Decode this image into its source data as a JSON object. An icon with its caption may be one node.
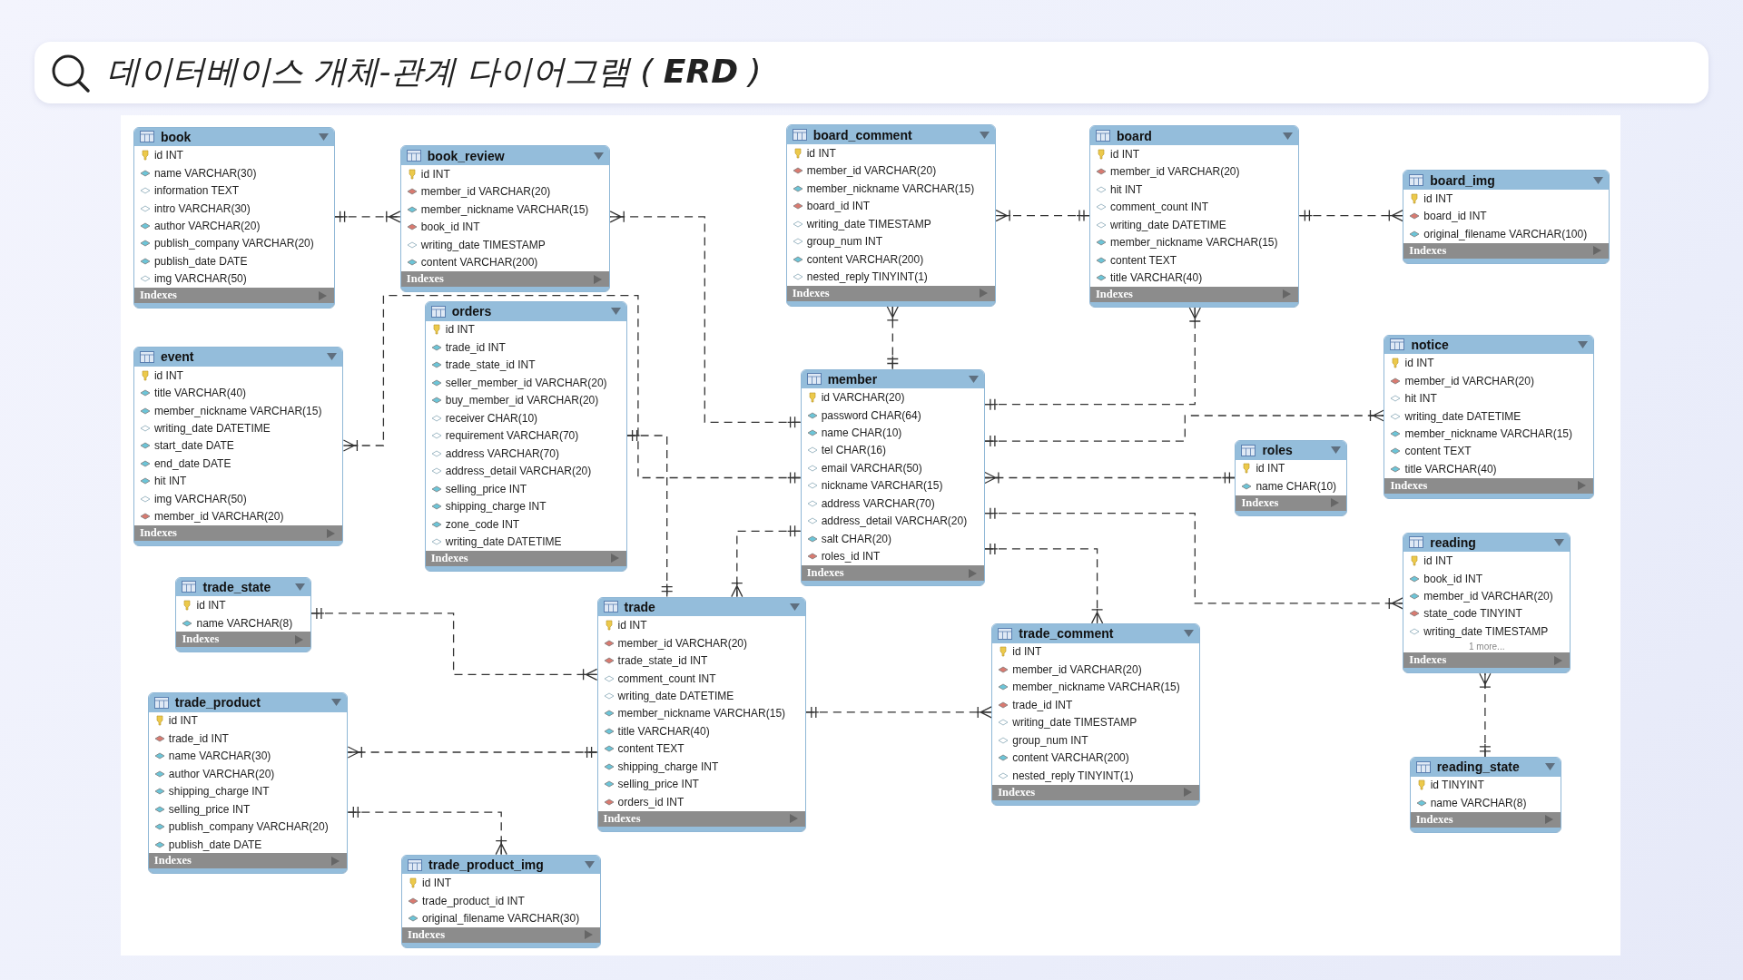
{
  "diagram": {
    "title": "데이터베이스 개체-관계 다이어그램 ( **ERD** )",
    "nodes": [
      {
        "text": [
          "book",
          "id INT",
          "name VARCHAR(30)",
          "information TEXT",
          "intro VARCHAR(30)",
          "author VARCHAR(20)",
          "publish_company VARCHAR(20)",
          "publish_date DATE",
          "img VARCHAR(50)",
          "Indexes"
        ]
      },
      {
        "text": [
          "book_review",
          "id INT",
          "member_id VARCHAR(20)",
          "member_nickname VARCHAR(15)",
          "book_id INT",
          "writing_date TIMESTAMP",
          "content VARCHAR(200)",
          "Indexes"
        ]
      },
      {
        "text": [
          "board_comment",
          "id INT",
          "member_id VARCHAR(20)",
          "member_nickname VARCHAR(15)",
          "board_id INT",
          "writing_date TIMESTAMP",
          "group_num INT",
          "content VARCHAR(200)",
          "nested_reply TINYINT(1)",
          "Indexes"
        ]
      },
      {
        "text": [
          "board",
          "id INT",
          "member_id VARCHAR(20)",
          "hit INT",
          "comment_count INT",
          "writing_date DATETIME",
          "member_nickname VARCHAR(15)",
          "content TEXT",
          "title VARCHAR(40)",
          "Indexes"
        ]
      },
      {
        "text": [
          "board_img",
          "id INT",
          "board_id INT",
          "original_filename VARCHAR(100)",
          "Indexes"
        ]
      },
      {
        "text": [
          "orders",
          "id INT",
          "trade_id INT",
          "trade_state_id INT",
          "seller_member_id VARCHAR(20)",
          "buy_member_id VARCHAR(20)",
          "receiver CHAR(10)",
          "requirement VARCHAR(70)",
          "address VARCHAR(70)",
          "address_detail VARCHAR(20)",
          "selling_price INT",
          "shipping_charge INT",
          "zone_code INT",
          "writing_date DATETIME",
          "Indexes"
        ]
      },
      {
        "text": [
          "event",
          "id INT",
          "title VARCHAR(40)",
          "member_nickname VARCHAR(15)",
          "writing_date DATETIME",
          "start_date DATE",
          "end_date DATE",
          "hit INT",
          "img VARCHAR(50)",
          "member_id VARCHAR(20)",
          "Indexes"
        ]
      },
      {
        "text": [
          "member",
          "id VARCHAR(20)",
          "password CHAR(64)",
          "name CHAR(10)",
          "tel CHAR(16)",
          "email VARCHAR(50)",
          "nickname VARCHAR(15)",
          "address VARCHAR(70)",
          "address_detail VARCHAR(20)",
          "salt CHAR(20)",
          "roles_id INT",
          "Indexes"
        ]
      },
      {
        "text": [
          "notice",
          "id INT",
          "member_id VARCHAR(20)",
          "hit INT",
          "writing_date DATETIME",
          "member_nickname VARCHAR(15)",
          "content TEXT",
          "title VARCHAR(40)",
          "Indexes"
        ]
      },
      {
        "text": [
          "roles",
          "id INT",
          "name CHAR(10)",
          "Indexes"
        ]
      },
      {
        "text": [
          "reading",
          "id INT",
          "book_id INT",
          "member_id VARCHAR(20)",
          "state_code TINYINT",
          "writing_date TIMESTAMP",
          "1 more...",
          "Indexes"
        ]
      },
      {
        "text": [
          "trade_state",
          "id INT",
          "name VARCHAR(8)",
          "Indexes"
        ]
      },
      {
        "text": [
          "trade",
          "id INT",
          "member_id VARCHAR(20)",
          "trade_state_id INT",
          "comment_count INT",
          "writing_date DATETIME",
          "member_nickname VARCHAR(15)",
          "title VARCHAR(40)",
          "content TEXT",
          "shipping_charge INT",
          "selling_price INT",
          "orders_id INT",
          "Indexes"
        ]
      },
      {
        "text": [
          "trade_comment",
          "id INT",
          "member_id VARCHAR(20)",
          "member_nickname VARCHAR(15)",
          "trade_id INT",
          "writing_date TIMESTAMP",
          "group_num INT",
          "content VARCHAR(200)",
          "nested_reply TINYINT(1)",
          "Indexes"
        ]
      },
      {
        "text": [
          "trade_product",
          "id INT",
          "trade_id INT",
          "name VARCHAR(30)",
          "author VARCHAR(20)",
          "shipping_charge INT",
          "selling_price INT",
          "publish_company VARCHAR(20)",
          "publish_date DATE",
          "Indexes"
        ]
      },
      {
        "text": [
          "reading_state",
          "id TINYINT",
          "name VARCHAR(8)",
          "Indexes"
        ]
      },
      {
        "text": [
          "trade_product_img",
          "id INT",
          "trade_product_id INT",
          "original_filename VARCHAR(30)",
          "Indexes"
        ]
      }
    ],
    "edges": [
      {
        "from": 0,
        "to": 1,
        "arrow": "other",
        "style": "dashed"
      },
      {
        "from": 7,
        "to": 1,
        "arrow": "other",
        "style": "dashed"
      },
      {
        "from": 7,
        "to": 6,
        "arrow": "other",
        "style": "dashed"
      },
      {
        "from": 5,
        "to": 12,
        "arrow": "other",
        "style": "dashed"
      },
      {
        "from": 7,
        "to": 12,
        "arrow": "other",
        "style": "dashed"
      },
      {
        "from": 11,
        "to": 12,
        "arrow": "other",
        "style": "dashed"
      },
      {
        "from": 12,
        "to": 14,
        "arrow": "other",
        "style": "dashed"
      },
      {
        "from": 14,
        "to": 16,
        "arrow": "other",
        "style": "dashed"
      },
      {
        "from": 12,
        "to": 13,
        "arrow": "other",
        "style": "dashed"
      },
      {
        "from": 7,
        "to": 13,
        "arrow": "other",
        "style": "dashed"
      },
      {
        "from": 7,
        "to": 2,
        "arrow": "other",
        "style": "dashed"
      },
      {
        "from": 3,
        "to": 2,
        "arrow": "other",
        "style": "dashed"
      },
      {
        "from": 3,
        "to": 4,
        "arrow": "other",
        "style": "dashed"
      },
      {
        "from": 7,
        "to": 3,
        "arrow": "other",
        "style": "dashed"
      },
      {
        "from": 7,
        "to": 8,
        "arrow": "other",
        "style": "dashed"
      },
      {
        "from": 9,
        "to": 7,
        "arrow": "other",
        "style": "dashed"
      },
      {
        "from": 7,
        "to": 10,
        "arrow": "other",
        "style": "dashed"
      },
      {
        "from": 15,
        "to": 10,
        "arrow": "other",
        "style": "dashed"
      }
    ]
  }
}
